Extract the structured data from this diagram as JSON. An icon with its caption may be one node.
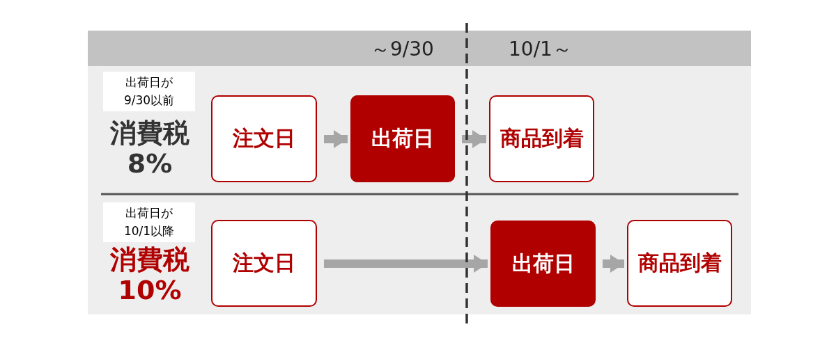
{
  "diagram": {
    "nodes": [
      {
        "text": [
          "注文日"
        ]
      },
      {
        "text": [
          "出荷日"
        ]
      },
      {
        "text": [
          "商品到着"
        ]
      },
      {
        "text": [
          "注文日"
        ]
      },
      {
        "text": [
          "出荷日"
        ]
      },
      {
        "text": [
          "商品到着"
        ]
      }
    ],
    "edges": [
      {
        "from": 0,
        "to": 1,
        "arrow": "to"
      },
      {
        "from": 1,
        "to": 2,
        "arrow": "to"
      },
      {
        "from": 3,
        "to": 4,
        "arrow": "to"
      },
      {
        "from": 4,
        "to": 5,
        "arrow": "to"
      }
    ],
    "labels": [
      "～9/30",
      "10/1～",
      "出荷日が9/30以前",
      "消費税8%",
      "出荷日が10/1以降",
      "消費税10%"
    ]
  }
}
